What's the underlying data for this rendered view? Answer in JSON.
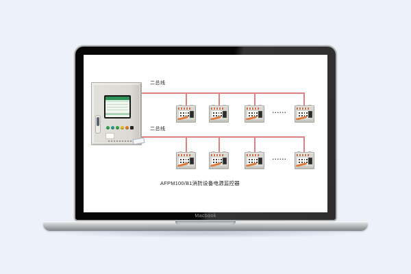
{
  "colors": {
    "background": "#edf1f9",
    "bus_line": "#df7f7f",
    "bezel": "#0a0a0a",
    "screen": "#ffffff"
  },
  "laptop": {
    "brand_label": "Macbook"
  },
  "diagram": {
    "caption": "AFPM100/B1消防设备电源监控器",
    "bus_top": {
      "label": "二总线"
    },
    "bus_bottom": {
      "label": "二总线"
    },
    "ellipsis": "......"
  }
}
